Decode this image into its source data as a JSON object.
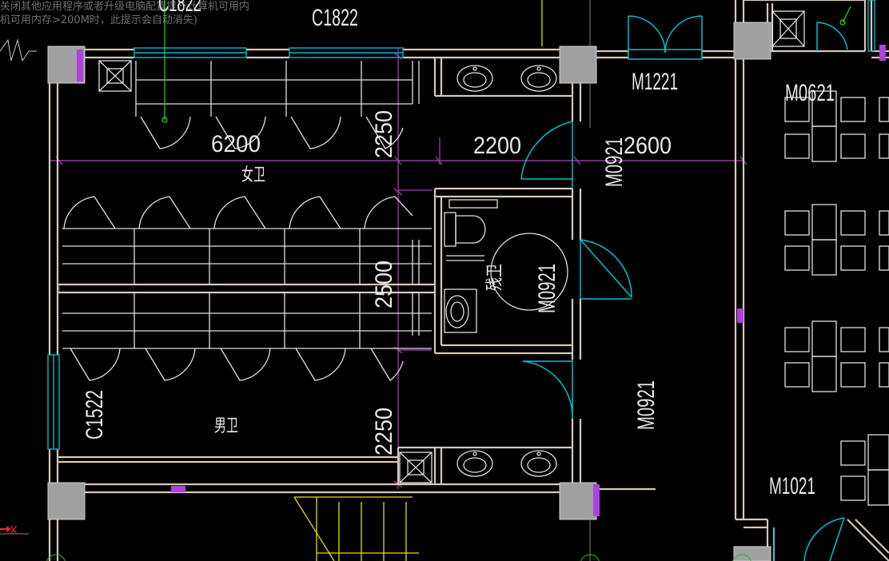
{
  "notice": {
    "line1": "关闭其他应用程序或者升级电脑配置提升计算机可用内",
    "line2": "机可用内存>200M时，此提示会自动消失)"
  },
  "dims": {
    "d6200": "6200",
    "d2200": "2200",
    "d2600": "2600",
    "d2250_top": "2250",
    "d2500": "2500",
    "d2250_bottom": "2250"
  },
  "tags": {
    "c1822": "C1822",
    "c1522": "C1522",
    "m1221": "M1221",
    "m0621": "M0621",
    "m0921_a": "M0921",
    "m0921_b": "M0921",
    "m0921_c": "M0921",
    "m1021": "M1021"
  },
  "rooms": {
    "female": "女卫",
    "male": "男卫",
    "accessible": "残卫"
  },
  "axis": {
    "x_label": "X"
  },
  "colors": {
    "wall": "#d8c8b8",
    "column": "#a0a0a0",
    "dimension": "#b040c0",
    "door": "#00c0d0",
    "window": "#00b8c8",
    "stair": "#e0e000",
    "fixture": "#e0e0e0",
    "axis": "#ff2020"
  }
}
